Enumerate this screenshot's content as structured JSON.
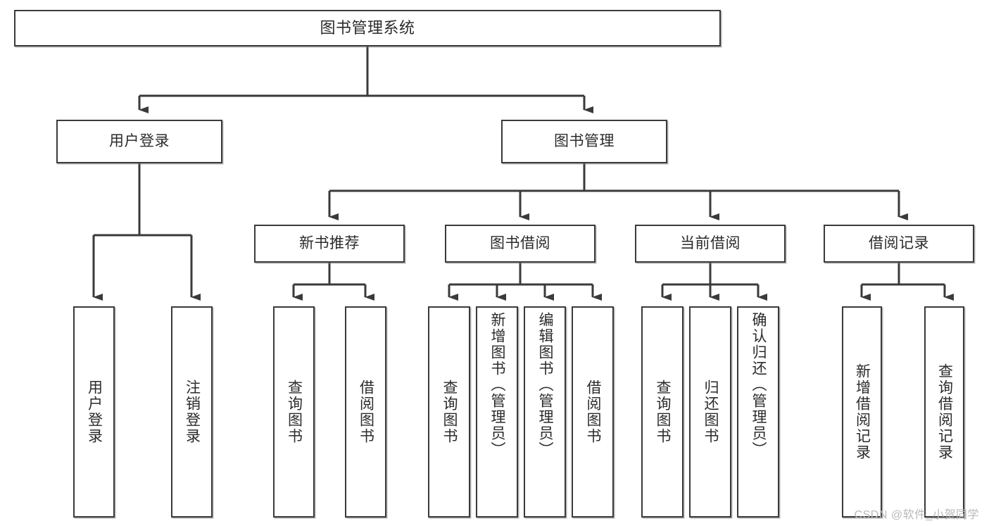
{
  "diagram": {
    "title": "图书管理系统",
    "type": "tree-hierarchy",
    "colors": {
      "box_border": "#3a3a3a",
      "box_fill": "#ffffff",
      "connector": "#3a3a3a",
      "text": "#2b2b2b",
      "watermark": "#b9b9b9"
    },
    "root": {
      "label": "图书管理系统"
    },
    "level1": [
      {
        "label": "用户登录"
      },
      {
        "label": "图书管理"
      }
    ],
    "level2": [
      {
        "label": "新书推荐"
      },
      {
        "label": "图书借阅"
      },
      {
        "label": "当前借阅"
      },
      {
        "label": "借阅记录"
      }
    ],
    "leaves": {
      "user_login": [
        {
          "label": "用户登录"
        },
        {
          "label": "注销登录"
        }
      ],
      "new_book_recommend": [
        {
          "label": "查询图书"
        },
        {
          "label": "借阅图书"
        }
      ],
      "book_borrow": [
        {
          "label": "查询图书"
        },
        {
          "label": "新增图书（管理员）"
        },
        {
          "label": "编辑图书（管理员）"
        },
        {
          "label": "借阅图书"
        }
      ],
      "current_borrow": [
        {
          "label": "查询图书"
        },
        {
          "label": "归还图书"
        },
        {
          "label": "确认归还（管理员）"
        }
      ],
      "borrow_record": [
        {
          "label": "新增借阅记录"
        },
        {
          "label": "查询借阅记录"
        }
      ]
    }
  },
  "watermark": {
    "text": "CSDN @软件_小贺同学"
  }
}
